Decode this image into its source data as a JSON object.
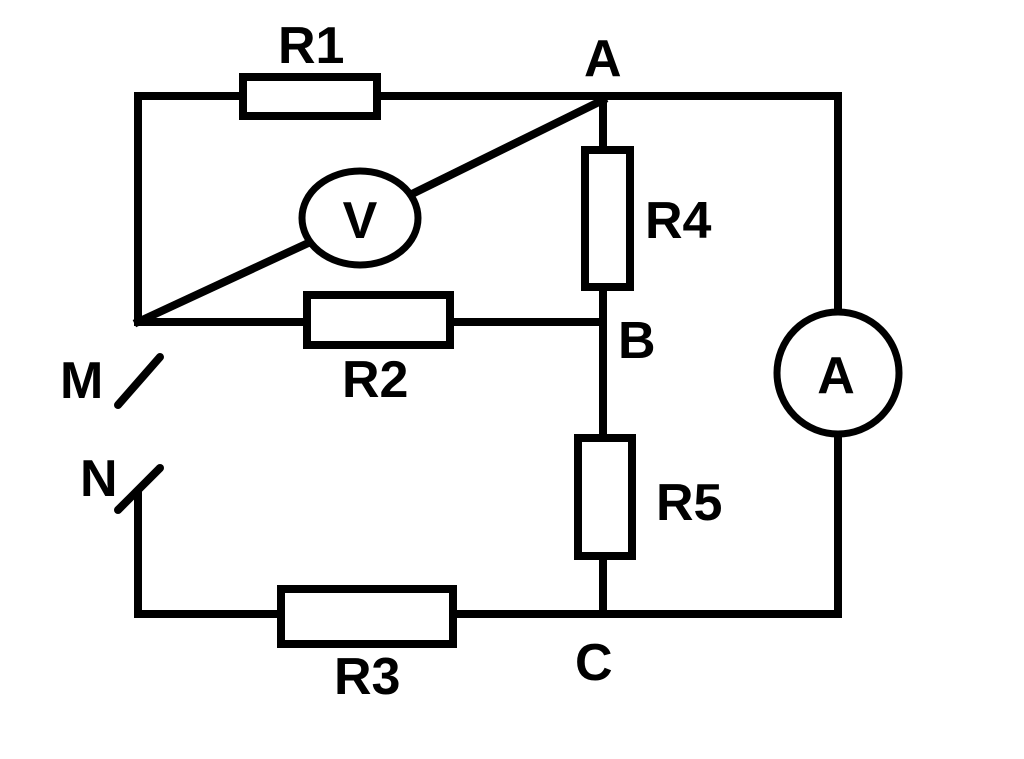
{
  "resistors": {
    "r1": "R1",
    "r2": "R2",
    "r3": "R3",
    "r4": "R4",
    "r5": "R5"
  },
  "nodes": {
    "a": "A",
    "b": "B",
    "c": "C",
    "m": "M",
    "n": "N"
  },
  "meters": {
    "voltmeter": "V",
    "ammeter": "A"
  }
}
